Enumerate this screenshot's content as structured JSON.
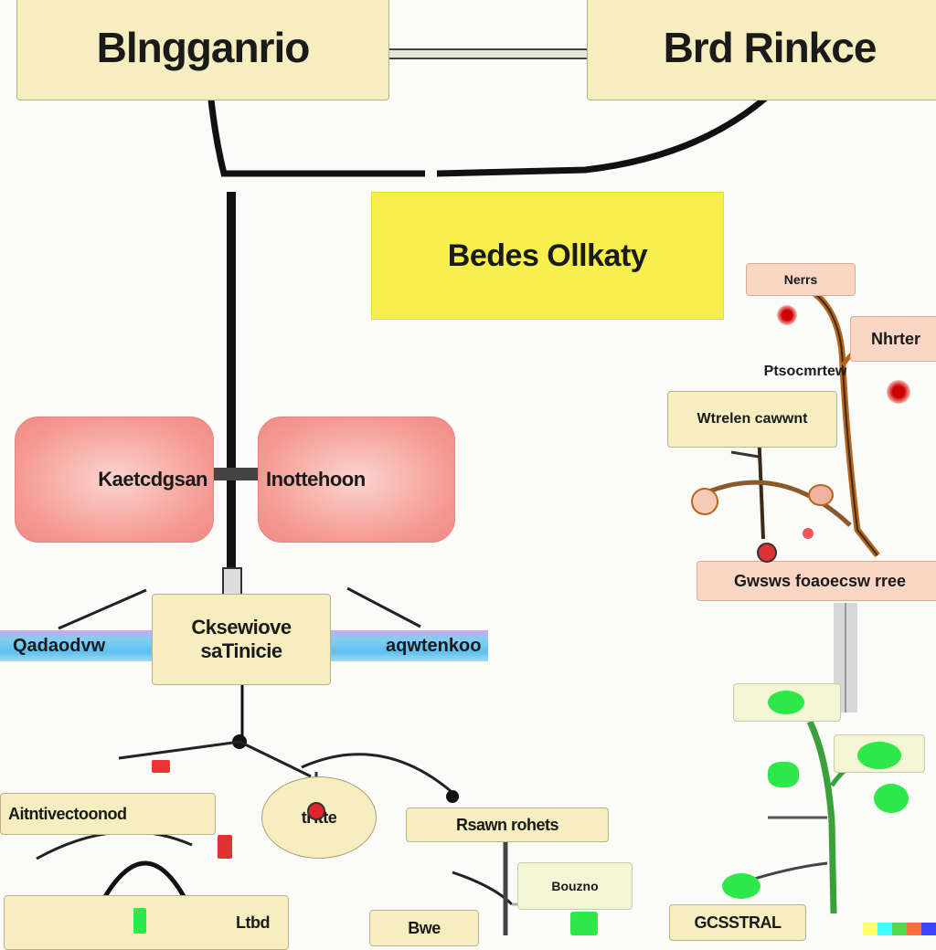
{
  "nodes": {
    "top_left": "Blngganrio",
    "top_right": "Brd Rinkce",
    "center": "Bedes Ollkaty",
    "red_left": "Kaetcdgsan",
    "red_right": "Inottehoon",
    "hub_line1": "Cksewiove",
    "hub_line2": "saTinicie",
    "band_left": "Qadaodvw",
    "band_right": "aqwtenkoo",
    "bottom_left": "Aitntivectoonod",
    "bottom_circle": "tHtte",
    "bottom_mid": "Rsawn rohets",
    "bottom_mid_small": "Bouzno",
    "bottom_mid2": "Bwe",
    "bottom_right": "GCSSTRAL",
    "bottom_left2": "Ltbd"
  },
  "right_panel": {
    "top_tag": "Nerrs",
    "tag_right": "Nhrter",
    "tag_mid": "Ptsocmrtew",
    "box_left": "Wtrelen cawwnt",
    "bottom_bar": "Gwsws foaoecsw rree"
  },
  "colors": {
    "cream": "#f6eebf",
    "yellow": "#f7ef4b",
    "red": "#f59a93",
    "salmon": "#fbd6c5",
    "band": "#5fc0ef",
    "green": "#2ee84a"
  }
}
